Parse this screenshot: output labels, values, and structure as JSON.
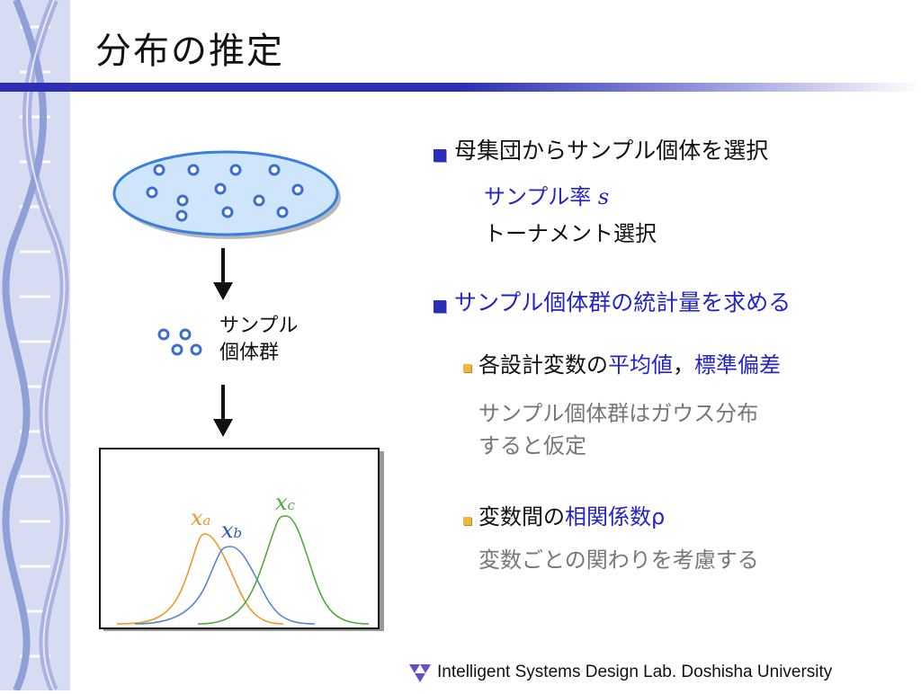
{
  "slide": {
    "title": "分布の推定"
  },
  "diagram": {
    "sample_label_line1": "サンプル",
    "sample_label_line2": "個体群",
    "chart_labels": {
      "xa": "x",
      "xa_sub": "a",
      "xb": "x",
      "xb_sub": "b",
      "xc": "x",
      "xc_sub": "c"
    }
  },
  "bullets": {
    "b1": "母集団からサンプル個体を選択",
    "b1_sub1_text": "サンプル率 ",
    "b1_sub1_var": "s",
    "b1_sub2": "トーナメント選択",
    "b2": "サンプル個体群の統計量を求める",
    "b2_sub1_prefix": "各設計変数の",
    "b2_sub1_highlight1": "平均値",
    "b2_sub1_sep": "，",
    "b2_sub1_highlight2": "標準偏差",
    "b2_sub1_note_line1": "サンプル個体群はガウス分布",
    "b2_sub1_note_line2": "すると仮定",
    "b2_sub2_prefix": "変数間の",
    "b2_sub2_highlight": "相関係数ρ",
    "b2_sub2_note": "変数ごとの関わりを考慮する"
  },
  "footer": {
    "text": "Intelligent Systems Design Lab. Doshisha University"
  },
  "colors": {
    "title_bar": "#2d2fb0",
    "highlight": "#2424c8",
    "note_gray": "#777777",
    "curve_a": "#f0962a",
    "curve_b": "#5a88cc",
    "curve_c": "#4faa3c"
  }
}
